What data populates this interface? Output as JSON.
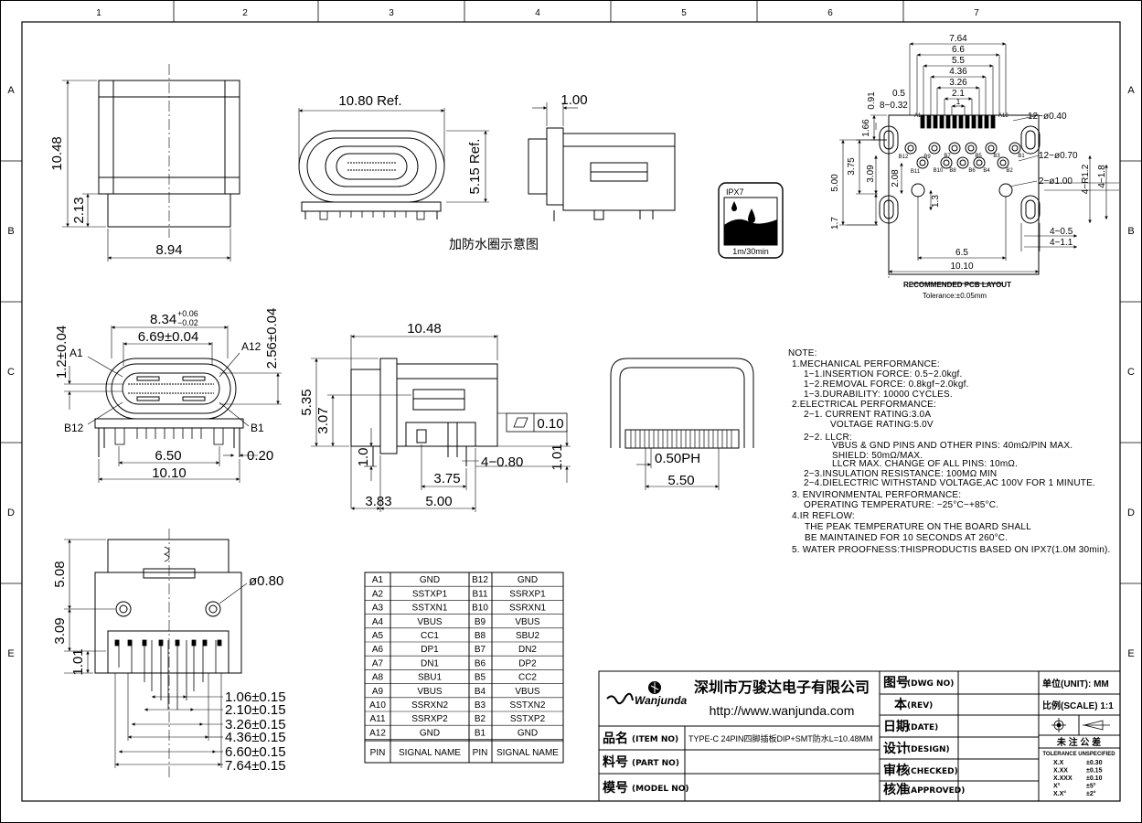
{
  "frame": {
    "cols": [
      "1",
      "2",
      "3",
      "4",
      "5",
      "6",
      "7"
    ],
    "rows": [
      "A",
      "B",
      "C",
      "D",
      "E"
    ]
  },
  "top_left_view": {
    "dim_height": "10.48",
    "dim_lower": "2.13",
    "dim_width": "8.94"
  },
  "waterproof_view": {
    "dim_width": "10.80 Ref.",
    "dim_height": "5.15 Ref.",
    "dim_side": "1.00",
    "caption": "加防水圈示意图",
    "ipx_label": "IPX7",
    "ipx_caption": "1m/30min"
  },
  "pcb_layout": {
    "dims_top": [
      "7.64",
      "6.6",
      "5.5",
      "4.36",
      "3.26",
      "2.1",
      "1"
    ],
    "dim_05": "0.5",
    "dim_832": "8−0.32",
    "dim_091": "0.91",
    "hole_040": "12−ø0.40",
    "hole_070": "12−ø0.70",
    "hole_100": "2−ø1.00",
    "dim_166": "1.66",
    "dim_375": "3.75",
    "dim_309": "3.09",
    "dim_500": "5.00",
    "dim_208": "2.08",
    "dim_13": "1.3",
    "dim_17": "1.7",
    "dim_4r12": "4−R1.2",
    "dim_418": "4−1.8",
    "dim_405": "4−0.5",
    "dim_411": "4−1.1",
    "dim_65": "6.5",
    "dim_1010": "10.10",
    "pin_labels": [
      "B12",
      "B11",
      "B10",
      "B9",
      "B8",
      "B7",
      "B6",
      "B5",
      "B4",
      "B3",
      "B2",
      "B1"
    ],
    "top_pin_labels": [
      "A1",
      "A12"
    ],
    "title": "RECOMMENDED PCB LAYOUT",
    "tolerance": "Tolerance:±0.05mm"
  },
  "front_view": {
    "dim_top": "8.34",
    "dim_top_tol_up": "+0.06",
    "dim_top_tol_dn": "−0.02",
    "dim_inner": "6.69±0.04",
    "dim_left": "1.2±0.04",
    "dim_right": "2.56±0.04",
    "label_a1": "A1",
    "label_a12": "A12",
    "label_b12": "B12",
    "label_b1": "B1",
    "dim_650": "6.50",
    "dim_020": "0.20",
    "dim_1010": "10.10"
  },
  "side_view": {
    "dim_top": "10.48",
    "dim_535": "5.35",
    "dim_307": "3.07",
    "dim_10": "1.0",
    "dim_375": "3.75",
    "dim_480": "4−0.80",
    "dim_101": "1.01",
    "dim_383": "3.83",
    "dim_500": "5.00",
    "flatness": "0.10"
  },
  "rear_view": {
    "dim_pitch": "0.50PH",
    "dim_550": "5.50"
  },
  "bottom_view": {
    "dim_508": "5.08",
    "dim_309": "3.09",
    "dim_101": "1.01",
    "dim_080": "ø0.80",
    "dims": [
      "1.06±0.15",
      "2.10±0.15",
      "3.26±0.15",
      "4.36±0.15",
      "6.60±0.15",
      "7.64±0.15"
    ]
  },
  "notes": [
    "NOTE:",
    "1.MECHANICAL PERFORMANCE:",
    "1−1.INSERTION FORCE: 0.5~2.0kgf.",
    "1−2.REMOVAL FORCE: 0.8kgf~2.0kgf.",
    "1−3.DURABILITY: 10000 CYCLES.",
    "2.ELECTRICAL PERFORMANCE:",
    "2−1. CURRENT RATING:3.0A",
    "VOLTAGE RATING:5.0V",
    "2−2. LLCR:",
    "VBUS & GND PINS AND OTHER PINS: 40mΩ/PIN MAX.",
    "SHIELD: 50mΩ/MAX.",
    "LLCR MAX. CHANGE OF ALL PINS: 10mΩ.",
    "2−3.INSULATION RESISTANCE: 100MΩ MIN",
    "2−4.DIELECTRIC WITHSTAND VOLTAGE,AC 100V FOR 1 MINUTE.",
    "3. ENVIRONMENTAL PERFORMANCE:",
    "OPERATING TEMPERATURE: −25°C~+85°C.",
    "4.IR REFLOW:",
    "THE PEAK TEMPERATURE ON THE BOARD SHALL",
    "BE MAINTAINED FOR 10 SECONDS AT 260°C.",
    "5. WATER PROOFNESS:THISPRODUCTIS BASED ON IPX7(1.0M 30min)."
  ],
  "pin_table": {
    "rows": [
      [
        "A1",
        "GND",
        "B12",
        "GND"
      ],
      [
        "A2",
        "SSTXP1",
        "B11",
        "SSRXP1"
      ],
      [
        "A3",
        "SSTXN1",
        "B10",
        "SSRXN1"
      ],
      [
        "A4",
        "VBUS",
        "B9",
        "VBUS"
      ],
      [
        "A5",
        "CC1",
        "B8",
        "SBU2"
      ],
      [
        "A6",
        "DP1",
        "B7",
        "DN2"
      ],
      [
        "A7",
        "DN1",
        "B6",
        "DP2"
      ],
      [
        "A8",
        "SBU1",
        "B5",
        "CC2"
      ],
      [
        "A9",
        "VBUS",
        "B4",
        "VBUS"
      ],
      [
        "A10",
        "SSRXN2",
        "B3",
        "SSTXN2"
      ],
      [
        "A11",
        "SSRXP2",
        "B2",
        "SSTXP2"
      ],
      [
        "A12",
        "GND",
        "B1",
        "GND"
      ]
    ],
    "header": [
      "PIN",
      "SIGNAL NAME",
      "PIN",
      "SIGNAL NAME"
    ]
  },
  "title_block": {
    "logo": "Wanjunda",
    "company": "深圳市万骏达电子有限公司",
    "url": "http://www.wanjunda.com",
    "item_no_label": "品名",
    "item_no_en": "(ITEM NO)",
    "item_no_value": "TYPE-C 24PIN四脚插板DIP+SMT防水L=10.48MM",
    "part_no_label": "料号",
    "part_no_en": "(PART NO)",
    "model_no_label": "模号",
    "model_no_en": "(MODEL NO)",
    "dwg_label": "图号",
    "dwg_en": "(DWG NO)",
    "rev_label": "本",
    "rev_en": "(REV)",
    "date_label": "日期",
    "date_en": "(DATE)",
    "design_label": "设计",
    "design_en": "(DESIGN)",
    "checked_label": "审核",
    "checked_en": "(CHECKED)",
    "approved_label": "核准",
    "approved_en": "(APPROVED)",
    "unit": "单位(UNIT): MM",
    "scale": "比例(SCALE) 1:1",
    "tol_title": "未 注 公 差",
    "tol_sub": "TOLERANCE UNSPECIFIED",
    "tol_rows": [
      [
        "X.X",
        "±0.30"
      ],
      [
        "X.XX",
        "±0.15"
      ],
      [
        "X.XXX",
        "±0.10"
      ],
      [
        "X°",
        "±5°"
      ],
      [
        "X.X°",
        "±2°"
      ]
    ]
  }
}
